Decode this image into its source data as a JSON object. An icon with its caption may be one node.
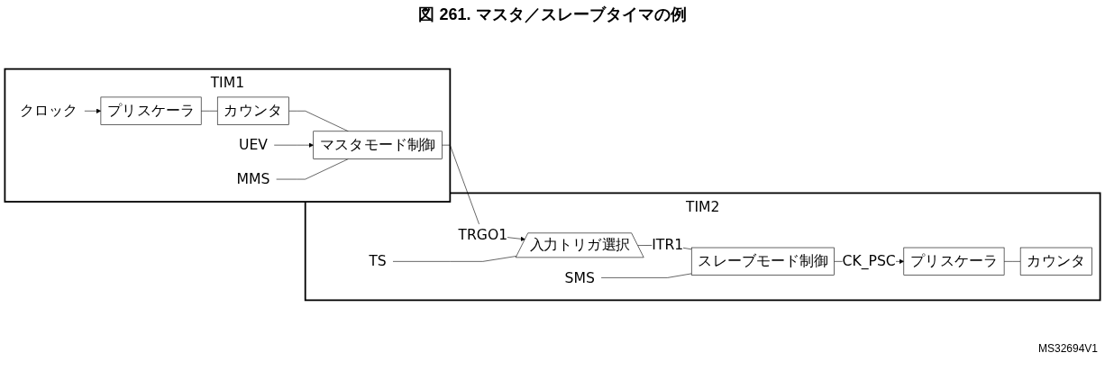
{
  "diagram": {
    "title": "図 261. マスタ／スレーブタイマの例",
    "nodes": [
      {
        "text": [
          "TIM1"
        ]
      },
      {
        "text": [
          "クロック"
        ],
        "in": 0
      },
      {
        "text": [
          "プリスケーラ"
        ],
        "in": 0
      },
      {
        "text": [
          "カウンタ"
        ],
        "in": 0
      },
      {
        "text": [
          "マスタモード制御"
        ],
        "in": 0
      },
      {
        "text": [
          "MMS"
        ],
        "in": 0
      },
      {
        "text": [
          "UEV"
        ],
        "in": 0
      },
      {
        "text": [
          "TIM2"
        ]
      },
      {
        "text": [
          "TS"
        ],
        "in": 7
      },
      {
        "text": [
          "入力トリガ選択"
        ],
        "in": 7
      },
      {
        "text": [
          "SMS"
        ],
        "in": 7
      },
      {
        "text": [
          "スレーブモード制御"
        ],
        "in": 7
      },
      {
        "text": [
          "プリスケーラ"
        ],
        "in": 7
      },
      {
        "text": [
          "カウンタ"
        ],
        "in": 7
      }
    ],
    "edges": [
      {
        "from": 1,
        "to": 2,
        "arrow": "to"
      },
      {
        "from": 2,
        "to": 3,
        "arrow": "none"
      },
      {
        "from": 3,
        "to": 4,
        "arrow": "none"
      },
      {
        "from": 6,
        "to": 4,
        "arrow": "to"
      },
      {
        "from": 5,
        "to": 4,
        "arrow": "none"
      },
      {
        "from": 4,
        "to": 9,
        "label": "TRGO1",
        "arrow": "to"
      },
      {
        "from": 8,
        "to": 9,
        "arrow": "none"
      },
      {
        "from": 9,
        "to": 11,
        "label": "ITR1",
        "arrow": "none"
      },
      {
        "from": 10,
        "to": 11,
        "arrow": "none"
      },
      {
        "from": 11,
        "to": 12,
        "label": "CK_PSC",
        "arrow": "to"
      },
      {
        "from": 12,
        "to": 13,
        "arrow": "none"
      }
    ],
    "labels": [
      "MS32694V1"
    ]
  }
}
